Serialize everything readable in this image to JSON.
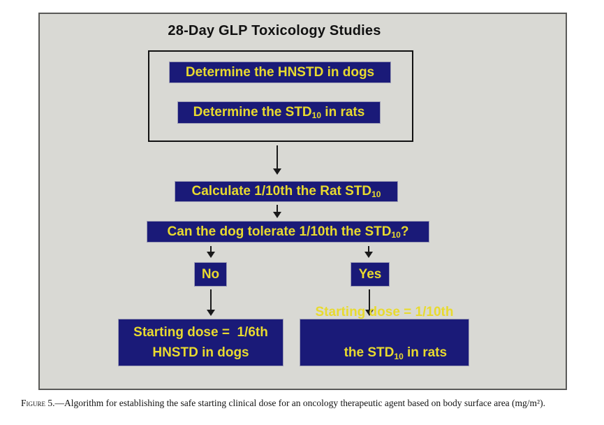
{
  "figure": {
    "title": "28-Day GLP Toxicology Studies",
    "caption_label": "Figure 5.",
    "caption_rest": "—Algorithm for establishing the safe starting clinical dose for an oncology therapeutic agent based on body surface area (mg/m²)."
  },
  "colors": {
    "panel_bg": "#d9d9d4",
    "panel_border": "#5a5a58",
    "node_bg": "#1a1a78",
    "node_text": "#e8da2f",
    "arrow": "#1a1a1a"
  },
  "flow": {
    "determine_hnstd": "Determine the HNSTD in dogs",
    "determine_std10": {
      "pre": "Determine the STD",
      "sub": "10",
      "post": " in rats"
    },
    "calculate_tenth": {
      "pre": "Calculate 1/10th the Rat STD",
      "sub": "10"
    },
    "question": {
      "pre": "Can the dog tolerate 1/10th the STD",
      "sub": "10",
      "post": "?"
    },
    "no_label": "No",
    "yes_label": "Yes",
    "result_no": {
      "line1": "Starting dose =  1/6th",
      "line2": "HNSTD in dogs"
    },
    "result_yes": {
      "line1": "Starting dose = 1/10th",
      "line2_pre": "the STD",
      "line2_sub": "10",
      "line2_post": " in rats"
    }
  }
}
